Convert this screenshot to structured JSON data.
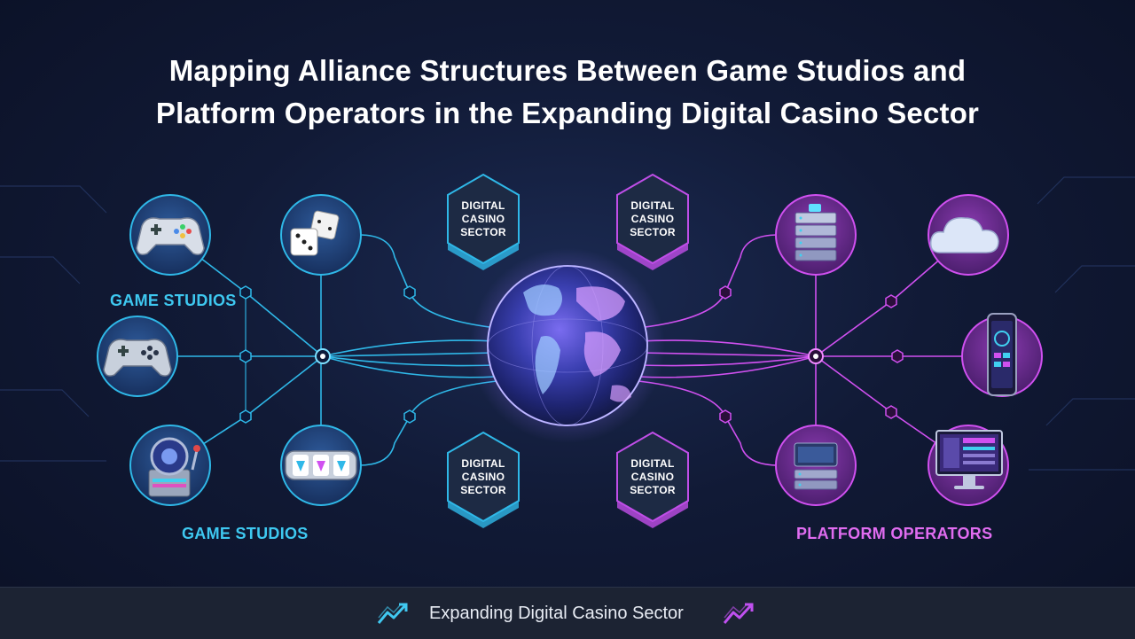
{
  "title": {
    "line1": "Mapping Alliance Structures Between Game Studios and",
    "line2": "Platform Operators in the Expanding Digital Casino Sector"
  },
  "labels": {
    "studios_top": "GAME STUDIOS",
    "studios_bottom": "GAME STUDIOS",
    "operators": "PLATFORM OPERATORS"
  },
  "hex_badges": [
    {
      "line1": "DIGITAL",
      "line2": "CASINO",
      "line3": "SECTOR",
      "accent": "#2fb8e8"
    },
    {
      "line1": "DIGITAL",
      "line2": "CASINO",
      "line3": "SECTOR",
      "accent": "#c04ee8"
    },
    {
      "line1": "DIGITAL",
      "line2": "CASINO",
      "line3": "SECTOR",
      "accent": "#2fb8e8"
    },
    {
      "line1": "DIGITAL",
      "line2": "CASINO",
      "line3": "SECTOR",
      "accent": "#c04ee8"
    }
  ],
  "studio_nodes": [
    {
      "icon": "gamepad-icon"
    },
    {
      "icon": "dice-icon"
    },
    {
      "icon": "gamepad-icon"
    },
    {
      "icon": "slot-machine-icon"
    },
    {
      "icon": "slot-reels-icon"
    }
  ],
  "operator_nodes": [
    {
      "icon": "server-icon"
    },
    {
      "icon": "cloud-icon"
    },
    {
      "icon": "smartphone-icon"
    },
    {
      "icon": "server-icon"
    },
    {
      "icon": "monitor-icon"
    }
  ],
  "center": {
    "icon": "globe-icon"
  },
  "colors": {
    "studio": "#2fb8e8",
    "operator": "#d050f0",
    "background": "#111a36"
  },
  "footer": {
    "text": "Expanding Digital Casino Sector",
    "left_icon": "trend-up-icon",
    "right_icon": "trend-up-icon"
  }
}
